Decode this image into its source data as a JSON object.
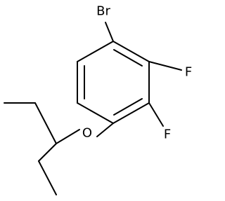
{
  "molecule": {
    "atoms": {
      "bromine": "Br",
      "fluorine_top": "F",
      "fluorine_bottom": "F",
      "oxygen": "O"
    }
  },
  "colors": {
    "bond": "#000000",
    "label": "#000000",
    "background": "#ffffff"
  }
}
